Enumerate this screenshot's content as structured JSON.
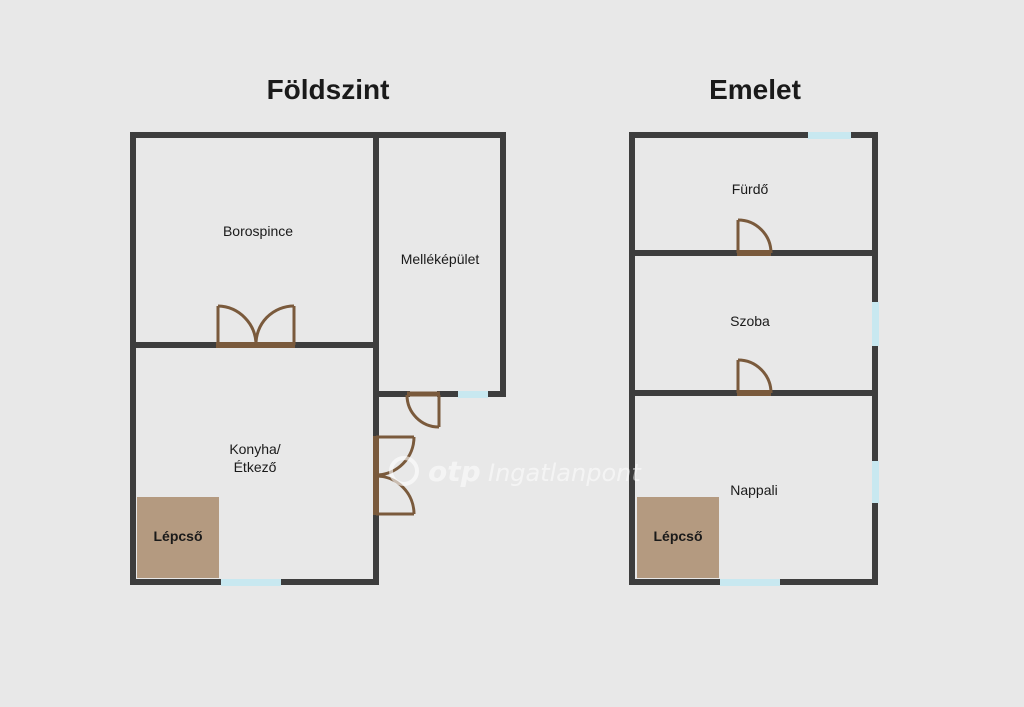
{
  "floors": {
    "ground": {
      "title": "Földszint",
      "rooms": {
        "borospince": "Borospince",
        "mellekepulet": "Melléképület",
        "konyha_line1": "Konyha/",
        "konyha_line2": "Étkező",
        "lepcso": "Lépcső"
      }
    },
    "upper": {
      "title": "Emelet",
      "rooms": {
        "furdo": "Fürdő",
        "szoba": "Szoba",
        "nappali": "Nappali",
        "lepcso": "Lépcső"
      }
    }
  },
  "watermark": {
    "brand": "otp",
    "name": "Ingatlanpont"
  },
  "colors": {
    "background": "#e8e8e8",
    "wall": "#3d3d3d",
    "door": "#7a5a3c",
    "window": "#c8e8f0",
    "stair": "#b49a80"
  }
}
